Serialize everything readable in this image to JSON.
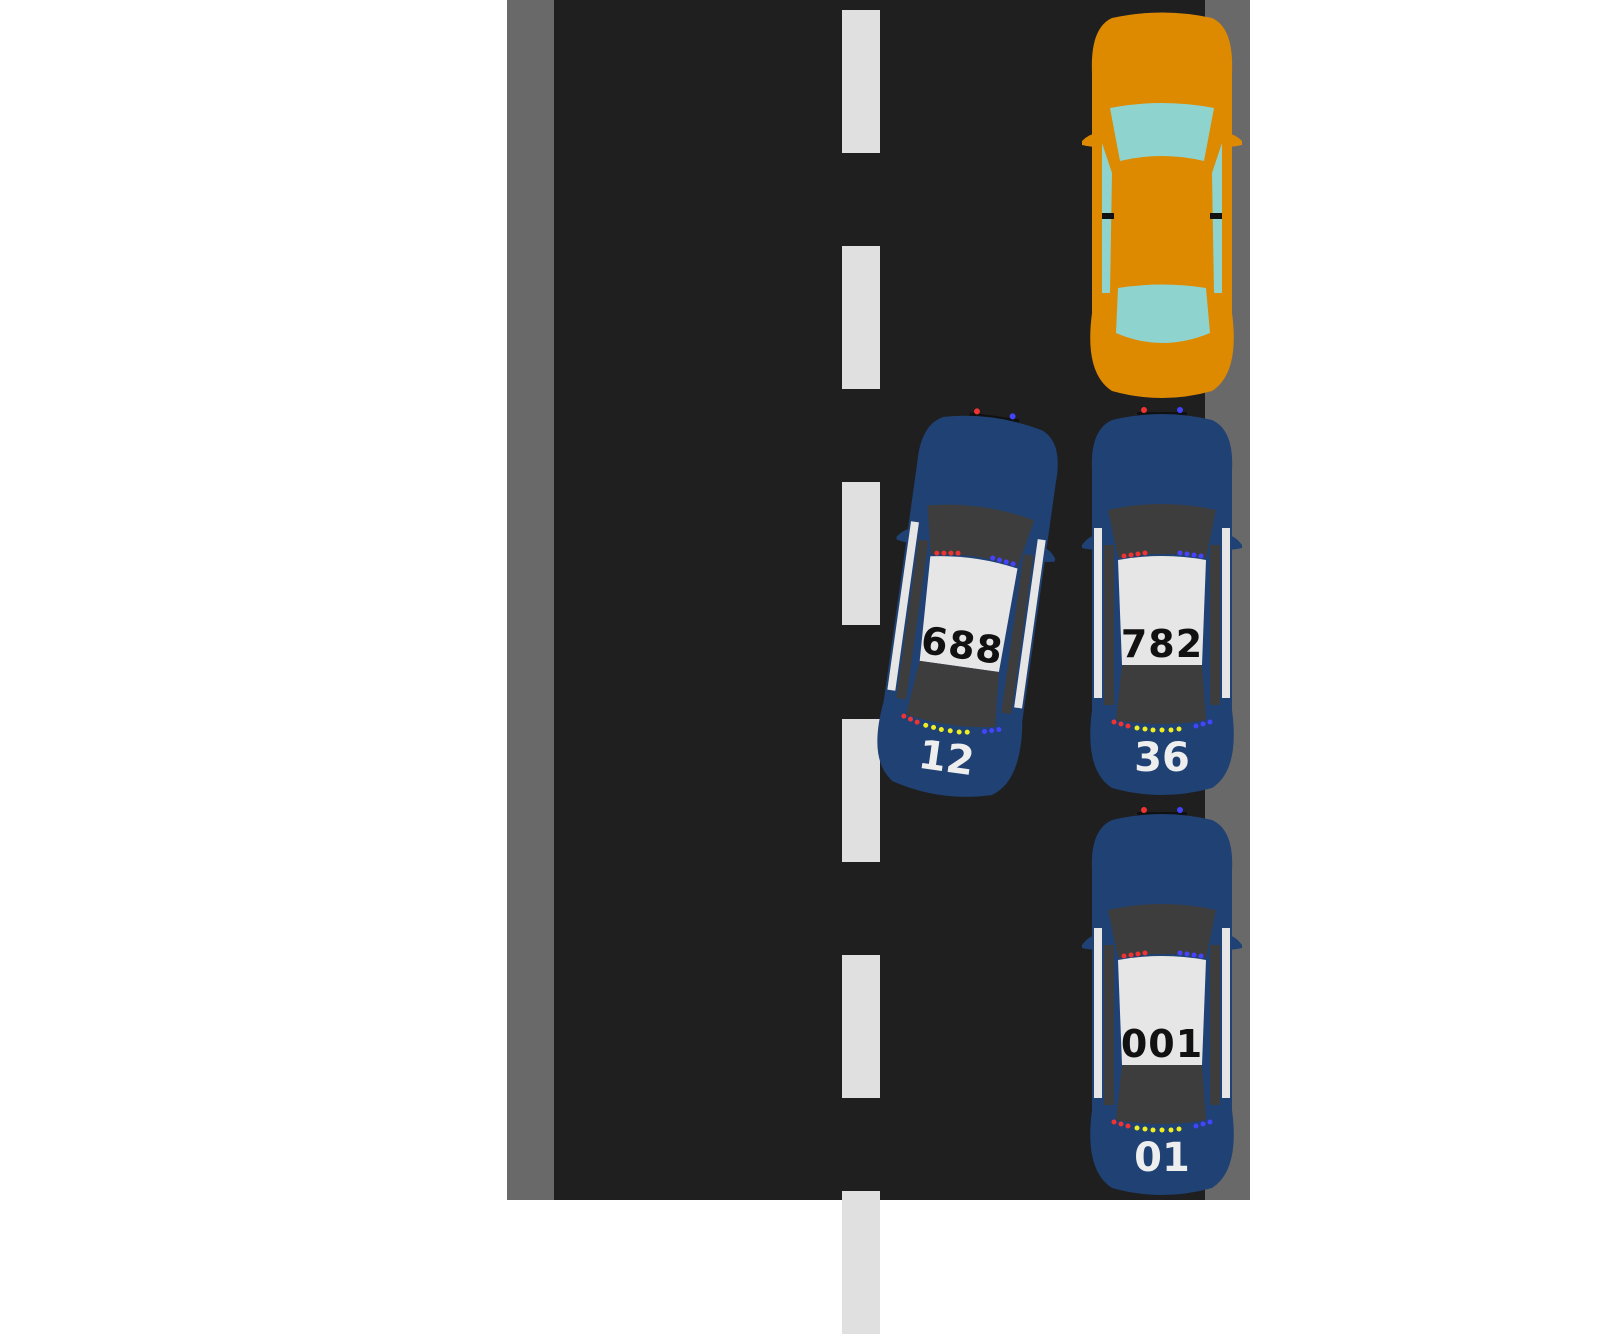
{
  "colors": {
    "asphalt": "#1f1f1f",
    "shoulder": "#696969",
    "lane_marking": "#e0e0e0",
    "police_body": "#1f4174",
    "civilian_body": "#dd8a00",
    "civilian_glass": "#8fd3cf"
  },
  "cars": [
    {
      "type": "civilian",
      "color": "orange"
    },
    {
      "type": "police",
      "roof_number": "688",
      "unit_number": "12"
    },
    {
      "type": "police",
      "roof_number": "782",
      "unit_number": "36"
    },
    {
      "type": "police",
      "roof_number": "001",
      "unit_number": "01"
    }
  ]
}
